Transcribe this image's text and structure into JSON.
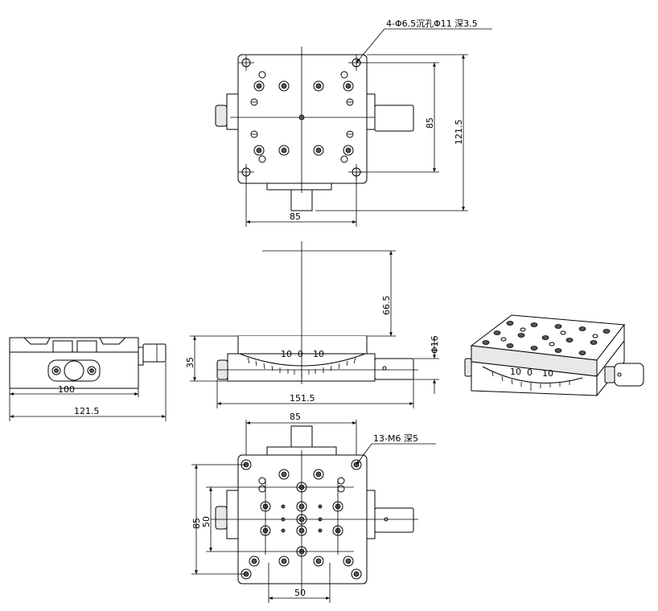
{
  "top_view": {
    "callout": "4-Φ6.5沉孔Φ11 深3.5",
    "dim_85_vertical": "85",
    "dim_121_5_vertical": "121.5",
    "dim_85_horizontal": "85"
  },
  "side_view": {
    "dim_100": "100",
    "dim_121_5": "121.5"
  },
  "front_view": {
    "dim_66_5": "66.5",
    "dim_35": "35",
    "dim_phi16": "Φ16",
    "dim_151_5": "151.5",
    "scale_left": "10",
    "scale_center": "0",
    "scale_right": "10"
  },
  "iso_view": {
    "scale_left": "10",
    "scale_center": "0",
    "scale_right": "10"
  },
  "bottom_view": {
    "dim_85_top": "85",
    "callout": "13-M6 深5",
    "dim_85_vertical": "85",
    "dim_50_vertical": "50",
    "dim_50_horizontal": "50"
  }
}
